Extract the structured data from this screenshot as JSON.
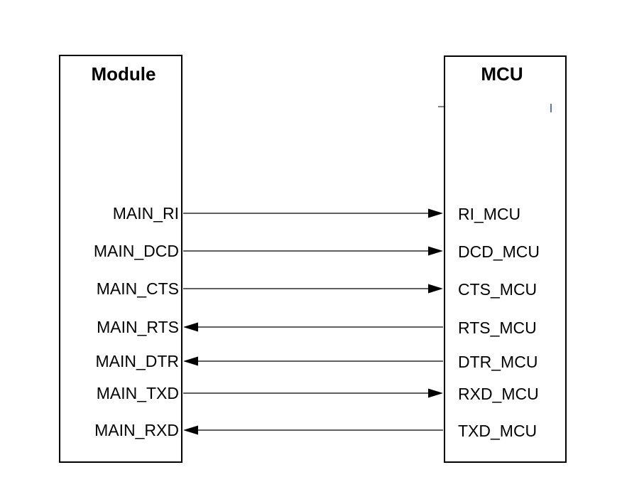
{
  "module": {
    "title": "Module"
  },
  "mcu": {
    "title": "MCU"
  },
  "connections": [
    {
      "module_pin": "MAIN_RI",
      "mcu_pin": "RI_MCU",
      "direction": "to-mcu"
    },
    {
      "module_pin": "MAIN_DCD",
      "mcu_pin": "DCD_MCU",
      "direction": "to-mcu"
    },
    {
      "module_pin": "MAIN_CTS",
      "mcu_pin": "CTS_MCU",
      "direction": "to-mcu"
    },
    {
      "module_pin": "MAIN_RTS",
      "mcu_pin": "RTS_MCU",
      "direction": "to-module"
    },
    {
      "module_pin": "MAIN_DTR",
      "mcu_pin": "DTR_MCU",
      "direction": "to-module"
    },
    {
      "module_pin": "MAIN_TXD",
      "mcu_pin": "RXD_MCU",
      "direction": "to-mcu"
    },
    {
      "module_pin": "MAIN_RXD",
      "mcu_pin": "TXD_MCU",
      "direction": "to-module"
    }
  ],
  "colors": {
    "line": "#000000",
    "background": "#ffffff"
  }
}
